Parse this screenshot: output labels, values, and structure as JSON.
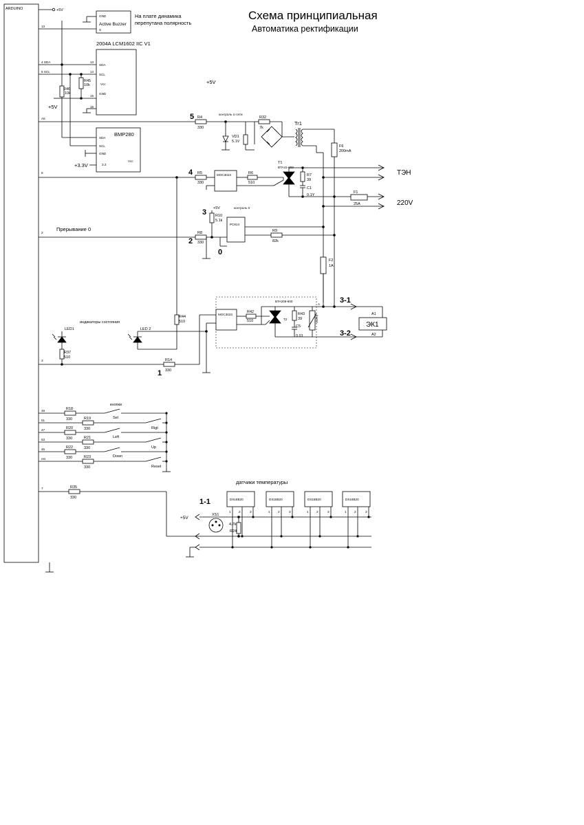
{
  "title": "Схема принципиальная",
  "subtitle": "Автоматика ректификации",
  "arduino": {
    "label": "ARDUINO"
  },
  "plus5": "+5V",
  "plus3v3": "+3.3V",
  "ground_label": "GND",
  "buzzer": {
    "gnd": "GND",
    "name": "Active Buzzer",
    "s": "S",
    "note1": "На плате динамика",
    "note2": "перепутана полярность"
  },
  "lcd": {
    "name": "2004A LCM1602 IIC V1",
    "sda": "SDA",
    "scl": "SCL",
    "vcc": "Vcc",
    "gnd": "GND"
  },
  "bmp": {
    "name": "BMP280",
    "sda": "SDA",
    "scl": "SCL",
    "gnd": "GND",
    "v33": "3.3",
    "vcc": "Vcc"
  },
  "pins": {
    "p13": "13",
    "p4sda": "4 SDA",
    "p5scl": "5 SCL",
    "a5": "A5",
    "p6": "6",
    "p2": "2",
    "p3": "3",
    "p49": "49",
    "p51": "51",
    "p47": "47",
    "p53": "53",
    "p45": "45",
    "p55": "res",
    "p7": "7"
  },
  "lcd_pins": {
    "a": "13",
    "b": "14",
    "c": "15",
    "d": "16"
  },
  "resistors": {
    "r46": "R46",
    "r46v": "10k",
    "r45": "R45",
    "r45v": "10k",
    "r4": "R4",
    "r4v": "330",
    "r5": "R5",
    "r5v": "330",
    "r6": "R6",
    "r6v": "510",
    "r7": "R7",
    "r7v": "39",
    "r8": "R8",
    "r8v": "330",
    "r9": "R9",
    "r9v": "82k",
    "r10": "R10",
    "r10v": "5.1k",
    "r32": "R32",
    "r32v": "7k",
    "r42": "R42",
    "r42v": "510",
    "r43": "R43",
    "r43v": "39",
    "r44": "R44",
    "r44v": "510",
    "r37": "R37",
    "r37v": "510",
    "r14": "R14",
    "r14v": "330",
    "r35": "R35",
    "r35v": "330",
    "r24": "R24",
    "r24v": "4.7k"
  },
  "buttons": {
    "title": "кнопки",
    "rows": [
      {
        "r": "R18",
        "v": "330",
        "name": "Sel"
      },
      {
        "r": "R19",
        "v": "330",
        "name": "Rigt"
      },
      {
        "r": "R20",
        "v": "330",
        "name": "Left"
      },
      {
        "r": "R21",
        "v": "330",
        "name": "Up"
      },
      {
        "r": "R22",
        "v": "330",
        "name": "Down"
      },
      {
        "r": "R23",
        "v": "330",
        "name": "Reset"
      }
    ]
  },
  "power": {
    "net_control": "контроль U сети",
    "tr1": "Tr1",
    "vd1": "VD1",
    "vd1v": "5.1V",
    "f6": "F6",
    "f6v": "200mA",
    "f1": "F1",
    "f1v": "25A",
    "f2": "F2",
    "f2v": "1A",
    "t1": "T1",
    "t1v": "BTA41-600",
    "c1": "C1",
    "c1v": "0.1Y",
    "ten": "ТЭН",
    "mains": "220V",
    "zero_control": "контроль 0",
    "pc814": "PC814",
    "moc1": "MOC3023",
    "moc2": "MOC3023",
    "t2": "BTA208-600",
    "t2l": "T2",
    "c5": "C5",
    "c5v": "0.01",
    "ek1": "ЭК1",
    "a1": "A1",
    "a2": "A2",
    "a": "A",
    "vdr": "VDR1",
    "markers": {
      "m1": "1",
      "m2": "2",
      "m3": "3",
      "m4": "4",
      "m5": "5",
      "m0": "0",
      "m31": "3-1",
      "m32": "3-2"
    },
    "interrupt": "Прерывание 0"
  },
  "leds": {
    "title": "индикаторы состояния",
    "led1": "LED1",
    "led2": "LED 2"
  },
  "sensors": {
    "title": "датчики температуры",
    "chip": "DS18B20",
    "xs1": "XS1",
    "m11": "1-1"
  }
}
